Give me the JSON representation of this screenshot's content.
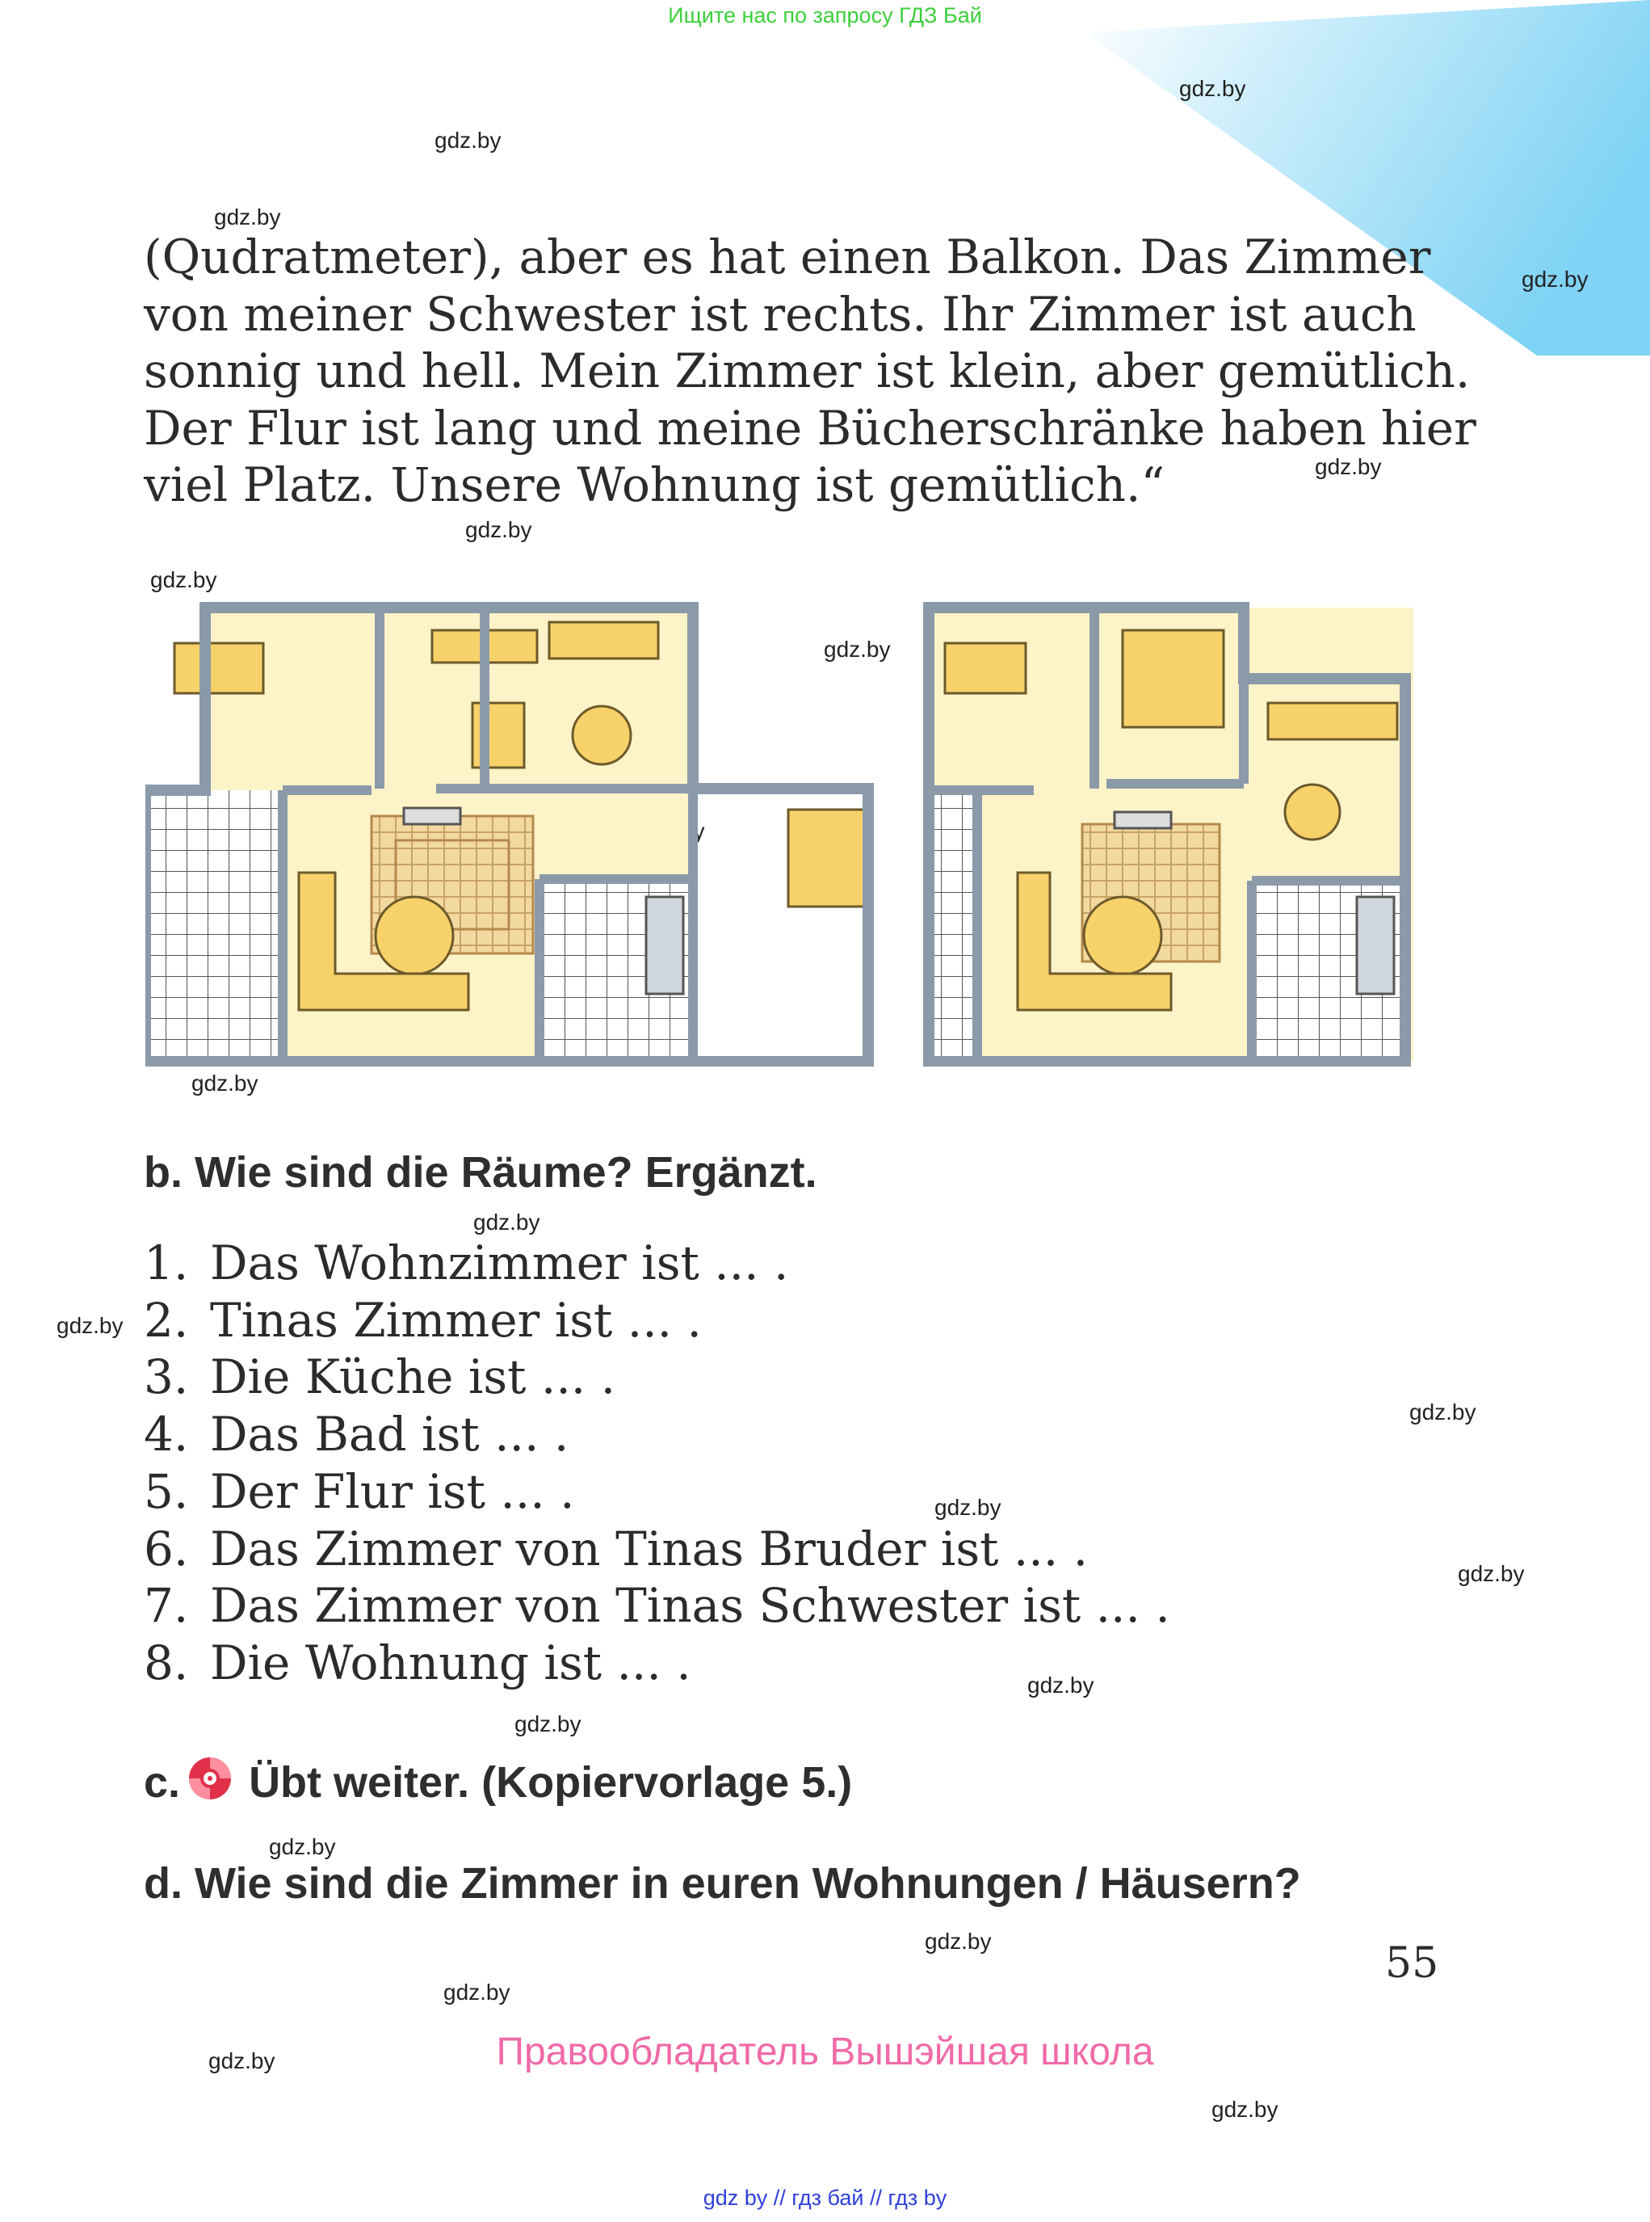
{
  "banner": "Ищите нас по запросу ГДЗ Бай",
  "watermark": "gdz.by",
  "paragraph_lines": [
    "(Qudratmeter), aber es hat einen Balkon. Das Zimmer",
    "von meiner Schwester ist rechts. Ihr Zimmer ist auch",
    "sonnig und hell. Mein Zimmer ist klein, aber gemütlich.",
    "Der Flur ist lang und meine Bücherschränke haben hier",
    "viel Platz. Unsere Wohnung ist gemütlich.“"
  ],
  "task_b": {
    "label": "b.",
    "title": "Wie sind die Räume? Ergänzt.",
    "items": [
      {
        "num": "1.",
        "text": "Das Wohnzimmer ist ... ."
      },
      {
        "num": "2.",
        "text": "Tinas Zimmer ist ... ."
      },
      {
        "num": "3.",
        "text": "Die Küche ist ... ."
      },
      {
        "num": "4.",
        "text": "Das Bad ist ... ."
      },
      {
        "num": "5.",
        "text": "Der Flur ist ... ."
      },
      {
        "num": "6.",
        "text": "Das Zimmer von Tinas Bruder ist ... ."
      },
      {
        "num": "7.",
        "text": "Das Zimmer von Tinas Schwester ist ... ."
      },
      {
        "num": "8.",
        "text": "Die Wohnung ist ... ."
      }
    ]
  },
  "task_c": {
    "label": "c.",
    "title": "Übt weiter. (Kopiervorlage 5.)",
    "icon": "cd-icon"
  },
  "task_d": {
    "label": "d.",
    "title": "Wie sind die Zimmer in euren Wohnungen / Häusern?"
  },
  "page_number": "55",
  "rights": "Правообладатель Вышэйшая школа",
  "footer": "gdz by  //  гдз бай  //  гдз by",
  "colors": {
    "wall": "#8a9aa8",
    "floor": "#fdf3c8",
    "furniture": "#f7d26a",
    "tile": "#ffffff",
    "rug": "#f2d9a0",
    "sky": "#8fd8f5"
  }
}
